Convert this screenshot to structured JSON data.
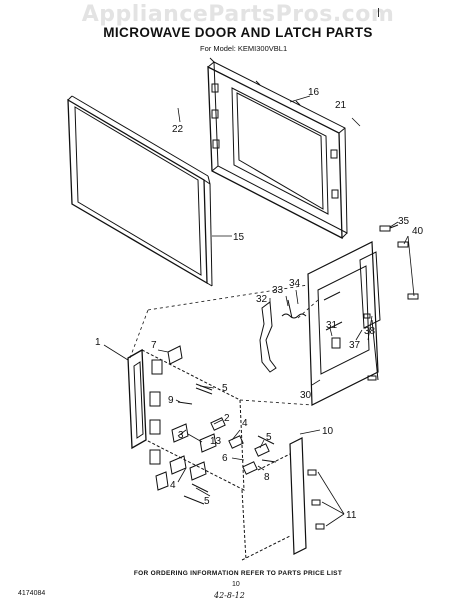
{
  "watermark": "AppliancePartsPros.com",
  "title": "MICROWAVE DOOR AND LATCH PARTS",
  "model": "For Model: KEMI300VBL1",
  "footer": {
    "note": "FOR ORDERING INFORMATION REFER TO PARTS PRICE LIST",
    "doc_number": "4174084",
    "page_number": "10",
    "handwritten_date": "42-8-12"
  },
  "callouts": {
    "c1": "1",
    "c2": "2",
    "c3": "3",
    "c4": "4",
    "c5a": "5",
    "c5b": "5",
    "c5c": "5",
    "c6": "6",
    "c7": "7",
    "c8": "8",
    "c9": "9",
    "c10": "10",
    "c11": "11",
    "c13": "13",
    "c15": "15",
    "c16": "16",
    "c21": "21",
    "c22": "22",
    "c30": "30",
    "c31": "31",
    "c32": "32",
    "c33": "33",
    "c34": "34",
    "c35": "35",
    "c37": "37",
    "c38": "38",
    "c40": "40"
  }
}
